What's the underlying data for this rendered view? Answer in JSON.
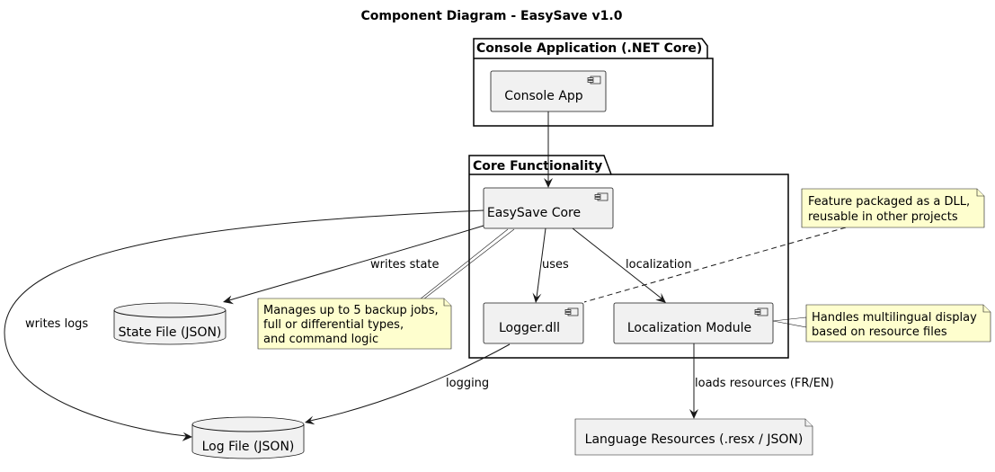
{
  "diagram": {
    "title": "Component Diagram - EasySave v1.0",
    "packages": {
      "console": {
        "label": "Console Application (.NET Core)"
      },
      "core": {
        "label": "Core Functionality"
      }
    },
    "components": {
      "console_app": {
        "label": "Console App",
        "icon": "component-icon"
      },
      "easysave_core": {
        "label": "EasySave Core",
        "icon": "component-icon"
      },
      "logger": {
        "label": "Logger.dll",
        "icon": "component-icon"
      },
      "localization": {
        "label": "Localization Module",
        "icon": "component-icon"
      }
    },
    "databases": {
      "state_file": {
        "label": "State File (JSON)",
        "icon": "database-icon"
      },
      "log_file": {
        "label": "Log File (JSON)",
        "icon": "database-icon"
      }
    },
    "files": {
      "language_resources": {
        "label": "Language Resources (.resx / JSON)",
        "icon": "file-icon"
      }
    },
    "notes": {
      "core_note": {
        "lines": [
          "Manages up to 5 backup jobs,",
          "full or differential types,",
          "and command logic"
        ]
      },
      "dll_note": {
        "lines": [
          "Feature packaged as a DLL,",
          "reusable in other projects"
        ]
      },
      "localization_note": {
        "lines": [
          "Handles multilingual display",
          "based on resource files"
        ]
      }
    },
    "edges": {
      "writes_state": "writes state",
      "writes_logs": "writes logs",
      "uses": "uses",
      "localization": "localization",
      "logging": "logging",
      "loads_resources": "loads resources (FR/EN)"
    }
  }
}
